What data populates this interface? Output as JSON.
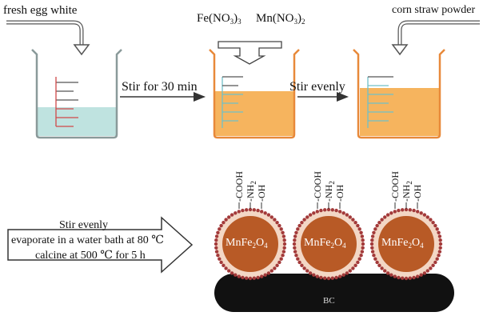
{
  "inputs": {
    "egg_white": "fresh egg white",
    "fe_nitrate": "Fe(NO",
    "fe_sub": "3",
    "fe_end": ")",
    "fe_sub2": "3",
    "mn_nitrate": "Mn(NO",
    "mn_sub": "3",
    "mn_end": ")",
    "mn_sub2": "2",
    "corn_straw": "corn straw powder"
  },
  "steps": {
    "stir_30": "Stir for 30 min",
    "stir_evenly_top": "Stir evenly",
    "big_arrow_line1": "Stir evenly",
    "big_arrow_line2": "evaporate in a water bath at 80 ℃",
    "big_arrow_line3": "calcine at 500 ℃ for 5 h"
  },
  "particles": {
    "core_prefix": "MnFe",
    "core_sub1": "2",
    "core_mid": "O",
    "core_sub2": "4",
    "group_cooh": "-COOH",
    "group_nh2": "-NH",
    "group_nh2_sub": "2",
    "group_oh": "-OH",
    "count": 3
  },
  "support": {
    "label": "BC"
  },
  "colors": {
    "beaker1_liquid": "#bfe3e0",
    "beaker_liquid": "#f6b45e",
    "beaker_outline_orange": "#e8893a",
    "beaker_outline_grey": "#8a9a9a",
    "particle_core": "#b85a26",
    "particle_ring": "#f3d7c5",
    "bead": "#a33a3a",
    "bc": "#111111",
    "arrow_fill": "#ffffff",
    "arrow_stroke": "#333333"
  }
}
